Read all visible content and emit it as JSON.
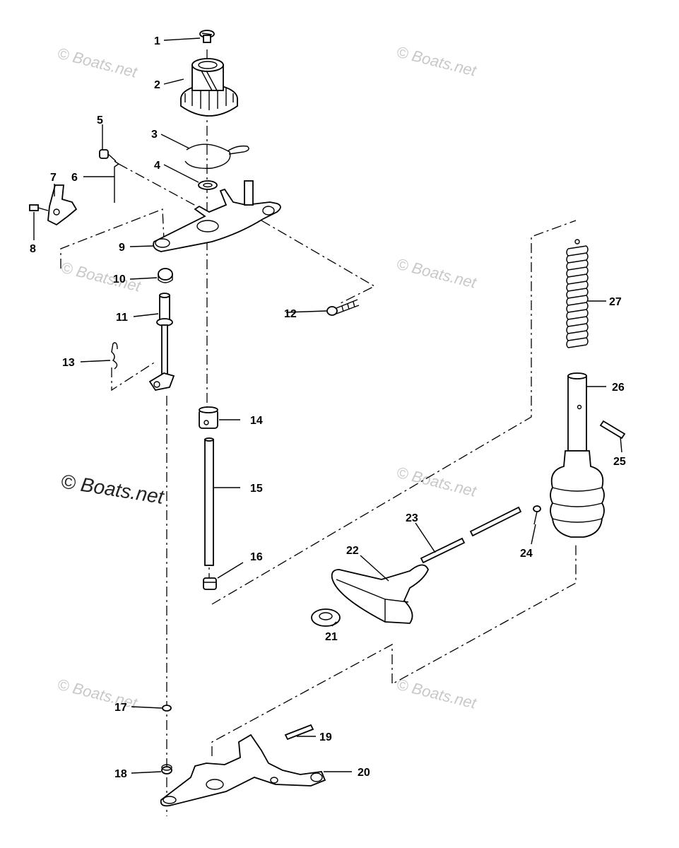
{
  "watermark_text": "© Boats.net",
  "callouts": [
    "1",
    "2",
    "3",
    "4",
    "5",
    "6",
    "7",
    "8",
    "9",
    "10",
    "11",
    "12",
    "13",
    "14",
    "15",
    "16",
    "17",
    "18",
    "19",
    "20",
    "21",
    "22",
    "23",
    "24",
    "25",
    "26",
    "27"
  ]
}
